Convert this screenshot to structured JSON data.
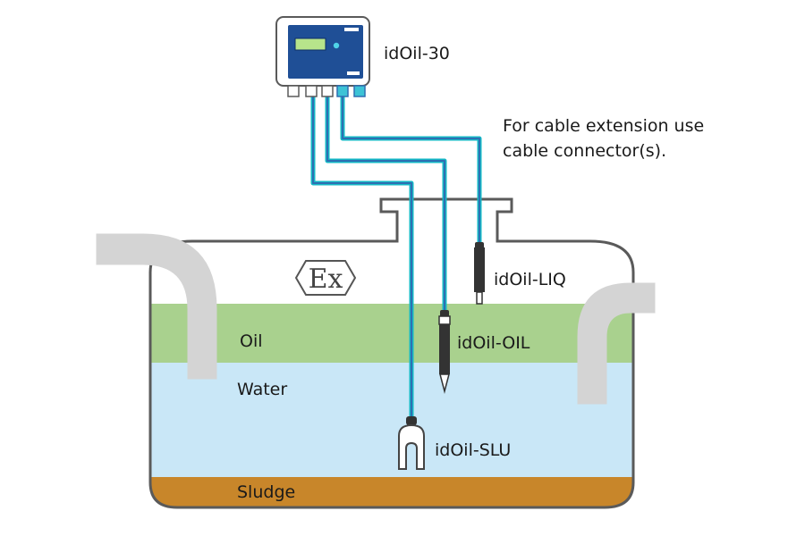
{
  "controller": {
    "label": "idOil-30"
  },
  "note": {
    "line1": "For cable extension use",
    "line2": "cable connector(s)."
  },
  "tank": {
    "ex_mark": "Ex",
    "layers": {
      "oil": "Oil",
      "water": "Water",
      "sludge": "Sludge"
    }
  },
  "sensors": {
    "liq": "idOil-LIQ",
    "oil": "idOil-OIL",
    "slu": "idOil-SLU"
  },
  "colors": {
    "oil": "#a9d18e",
    "water": "#c9e7f7",
    "sludge": "#c8862a",
    "pipe": "#d4d4d4",
    "cable_core": "#2f6fb2",
    "cable_glow": "#14b8c6",
    "controller_panel": "#1f4f96",
    "display": "#b7e48b",
    "outline": "#5a5a5a"
  }
}
